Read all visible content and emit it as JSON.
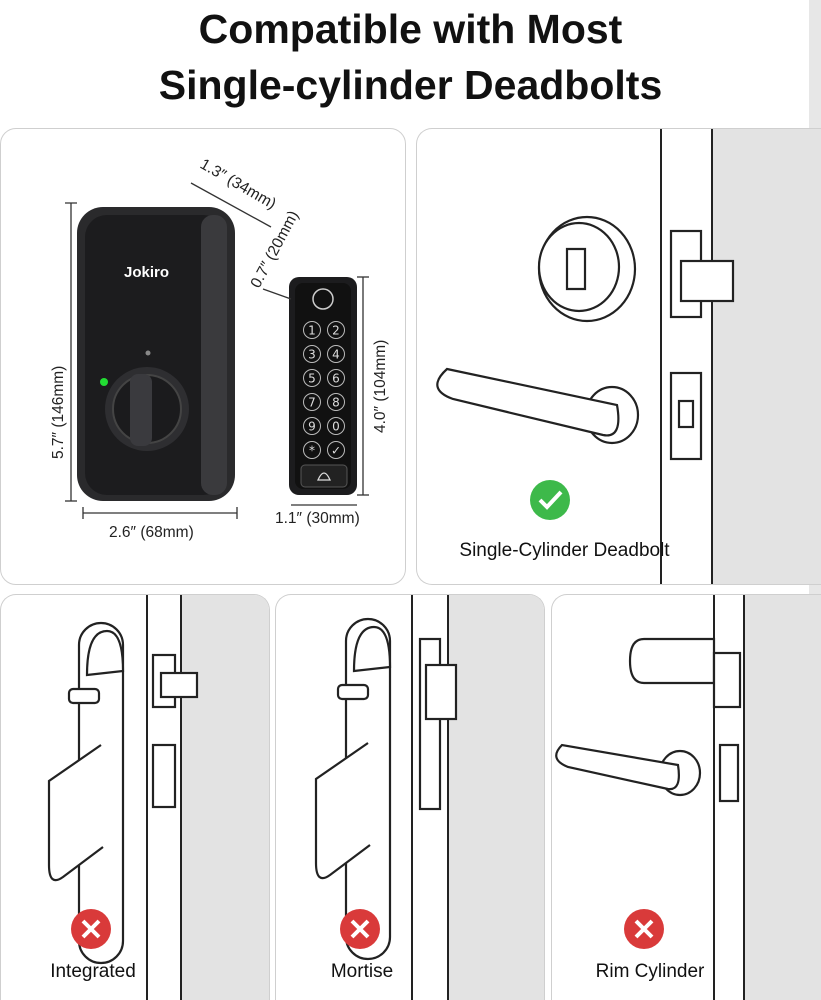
{
  "title": {
    "line1": "Compatible with Most",
    "line2": "Single-cylinder Deadbolts"
  },
  "product": {
    "brand": "Jokiro",
    "dims": {
      "lock_height": "5.7″ (146mm)",
      "lock_width": "2.6″ (68mm)",
      "lock_depth": "1.3″ (34mm)",
      "keypad_depth": "0.7″ (20mm)",
      "keypad_height": "4.0″ (104mm)",
      "keypad_width": "1.1″ (30mm)"
    },
    "keypad_keys": [
      "1",
      "2",
      "3",
      "4",
      "5",
      "6",
      "7",
      "8",
      "9",
      "0",
      "*",
      "✓"
    ]
  },
  "compatibility": [
    {
      "label": "Single-Cylinder Deadbolt",
      "status": "compatible",
      "icon": "check-icon",
      "color": "#3db94a"
    },
    {
      "label": "Integrated",
      "status": "incompatible",
      "icon": "cross-icon",
      "color": "#d93a3a"
    },
    {
      "label": "Mortise",
      "status": "incompatible",
      "icon": "cross-icon",
      "color": "#d93a3a"
    },
    {
      "label": "Rim Cylinder",
      "status": "incompatible",
      "icon": "cross-icon",
      "color": "#d93a3a"
    }
  ]
}
